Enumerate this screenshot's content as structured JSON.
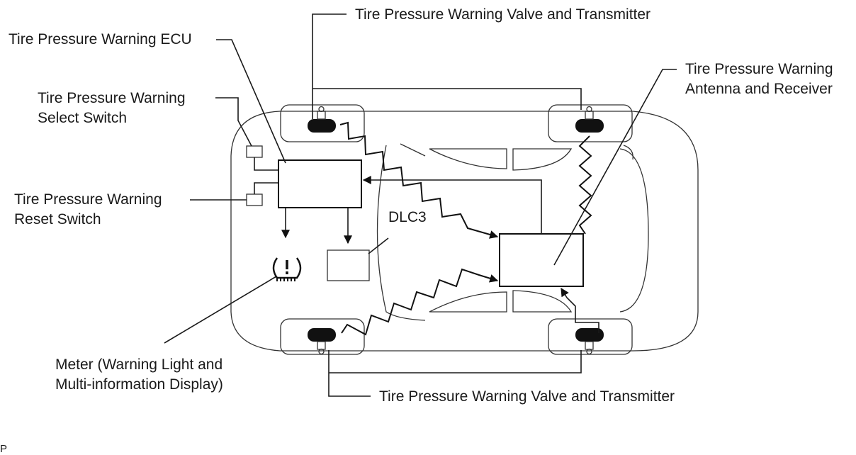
{
  "labels": {
    "valve_top": "Tire Pressure Warning Valve and Transmitter",
    "ecu": "Tire Pressure Warning ECU",
    "antenna_line1": "Tire Pressure Warning",
    "antenna_line2": "Antenna and Receiver",
    "select_line1": "Tire Pressure Warning",
    "select_line2": "Select Switch",
    "reset_line1": "Tire Pressure Warning",
    "reset_line2": "Reset Switch",
    "dlc3": "DLC3",
    "meter_line1": "Meter (Warning Light and",
    "meter_line2": "Multi-information Display)",
    "valve_bottom": "Tire Pressure Warning Valve and Transmitter",
    "corner_mark": "P"
  },
  "icons": {
    "warning_light": "tire-pressure-warning-icon",
    "valve": "tire-valve-icon"
  },
  "colors": {
    "line": "#1a1a1a",
    "background": "#ffffff"
  }
}
